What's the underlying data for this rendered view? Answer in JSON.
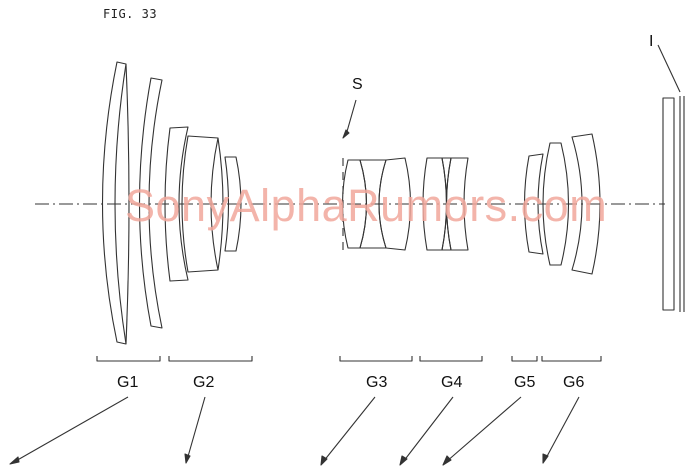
{
  "figure": {
    "title": "FIG. 33"
  },
  "labels": {
    "stop": "S",
    "image_plane": "I",
    "groups": [
      "G1",
      "G2",
      "G3",
      "G4",
      "G5",
      "G6"
    ]
  },
  "watermark": "SonyAlphaRumors.com",
  "colors": {
    "line": "#333333",
    "watermark": "#f2a89c"
  }
}
